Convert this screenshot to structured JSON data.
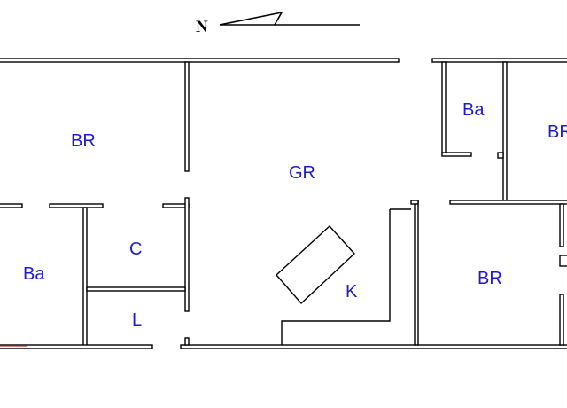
{
  "compass": {
    "label": "N"
  },
  "rooms": [
    {
      "id": "br-northwest",
      "label": "BR"
    },
    {
      "id": "ba-small-east",
      "label": "Ba"
    },
    {
      "id": "br-east",
      "label": "BR"
    },
    {
      "id": "gr",
      "label": "GR"
    },
    {
      "id": "c",
      "label": "C"
    },
    {
      "id": "ba-west",
      "label": "Ba"
    },
    {
      "id": "k",
      "label": "K"
    },
    {
      "id": "br-southeast",
      "label": "BR"
    },
    {
      "id": "l",
      "label": "L"
    }
  ]
}
